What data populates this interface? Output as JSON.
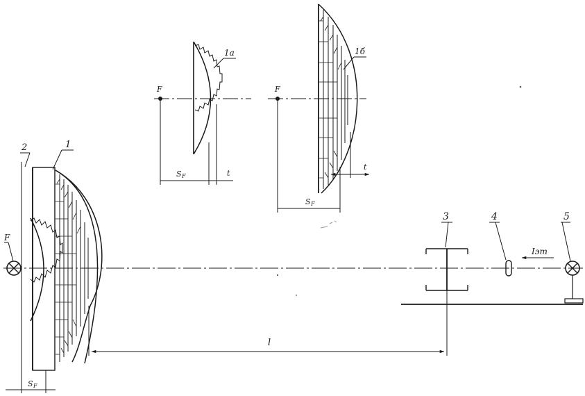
{
  "labels": {
    "lens_1": "1",
    "lens_1a": "1а",
    "lens_1b": "1б",
    "source_2": "2",
    "element_3": "3",
    "element_4": "4",
    "lamp_5": "5",
    "focus_main": "F",
    "focus_1a": "F",
    "focus_1b": "F",
    "sf_main": "S",
    "sf_main_sub": "F",
    "sf_1a": "S",
    "sf_1a_sub": "F",
    "sf_1b": "S",
    "sf_1b_sub": "F",
    "t_1a": "t",
    "t_1b": "t",
    "distance_l": "l",
    "current": "Iэт"
  },
  "colors": {
    "ink": "#1a1a1a",
    "background": "#ffffff"
  }
}
